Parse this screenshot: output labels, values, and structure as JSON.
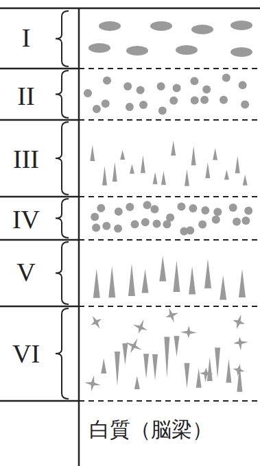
{
  "diagram": {
    "labels": [
      "I",
      "II",
      "III",
      "IV",
      "V",
      "VI",
      "白質（脳梁）"
    ]
  }
}
